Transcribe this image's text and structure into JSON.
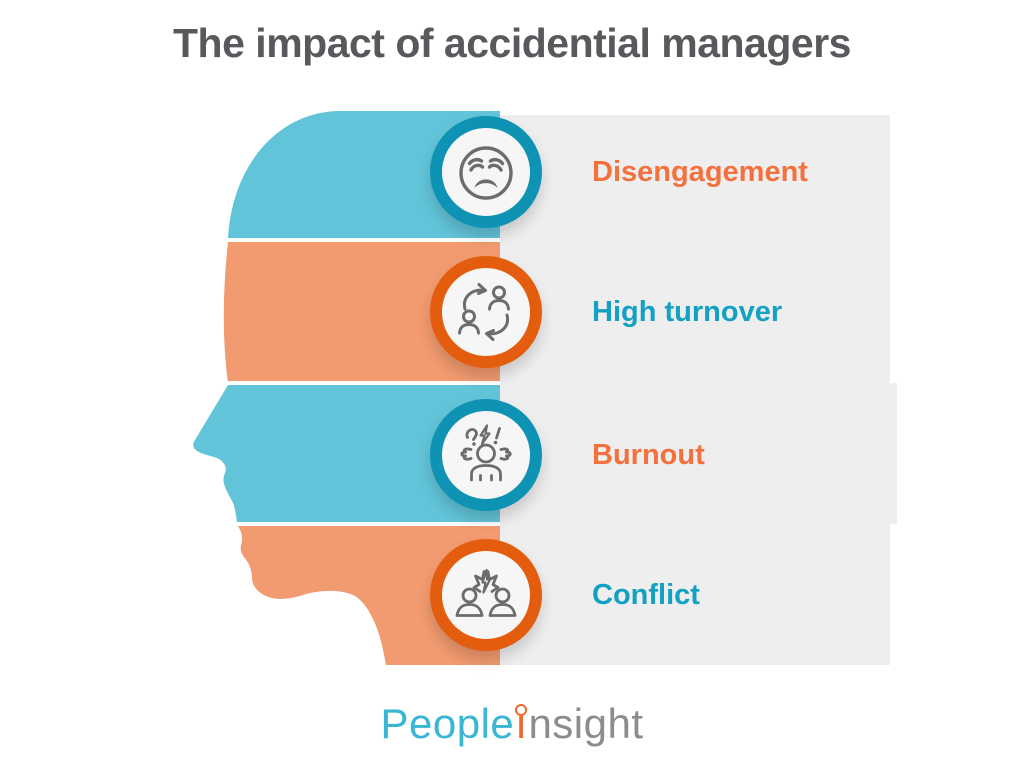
{
  "title": {
    "text": "The impact of accidential managers",
    "color": "#58595C"
  },
  "rows": [
    {
      "label": "Disengagement",
      "label_color": "#F4713D",
      "ring_color": "#0F93B5",
      "icon": "distressed-face-icon"
    },
    {
      "label": "High turnover",
      "label_color": "#12A0C3",
      "ring_color": "#E45D0E",
      "icon": "turnover-cycle-icon"
    },
    {
      "label": "Burnout",
      "label_color": "#F4713D",
      "ring_color": "#0F93B5",
      "icon": "burnout-stressed-person-icon"
    },
    {
      "label": "Conflict",
      "label_color": "#12A0C3",
      "ring_color": "#E45D0E",
      "icon": "conflict-clash-icon"
    }
  ],
  "head": {
    "band_colors": [
      "#62C4D8",
      "#F29B70",
      "#62C4D8",
      "#F29B70"
    ]
  },
  "panel": {
    "background": "#EEEEEF"
  },
  "icon_stroke": "#6A6C6E",
  "badge_inner_background": "#F6F6F7",
  "logo": {
    "part_people": "People",
    "part_i_stem": "ı",
    "part_nsight": "nsight",
    "people_color": "#38B6D4",
    "i_color": "#F2692A",
    "nsight_color": "#8A8C8E"
  }
}
